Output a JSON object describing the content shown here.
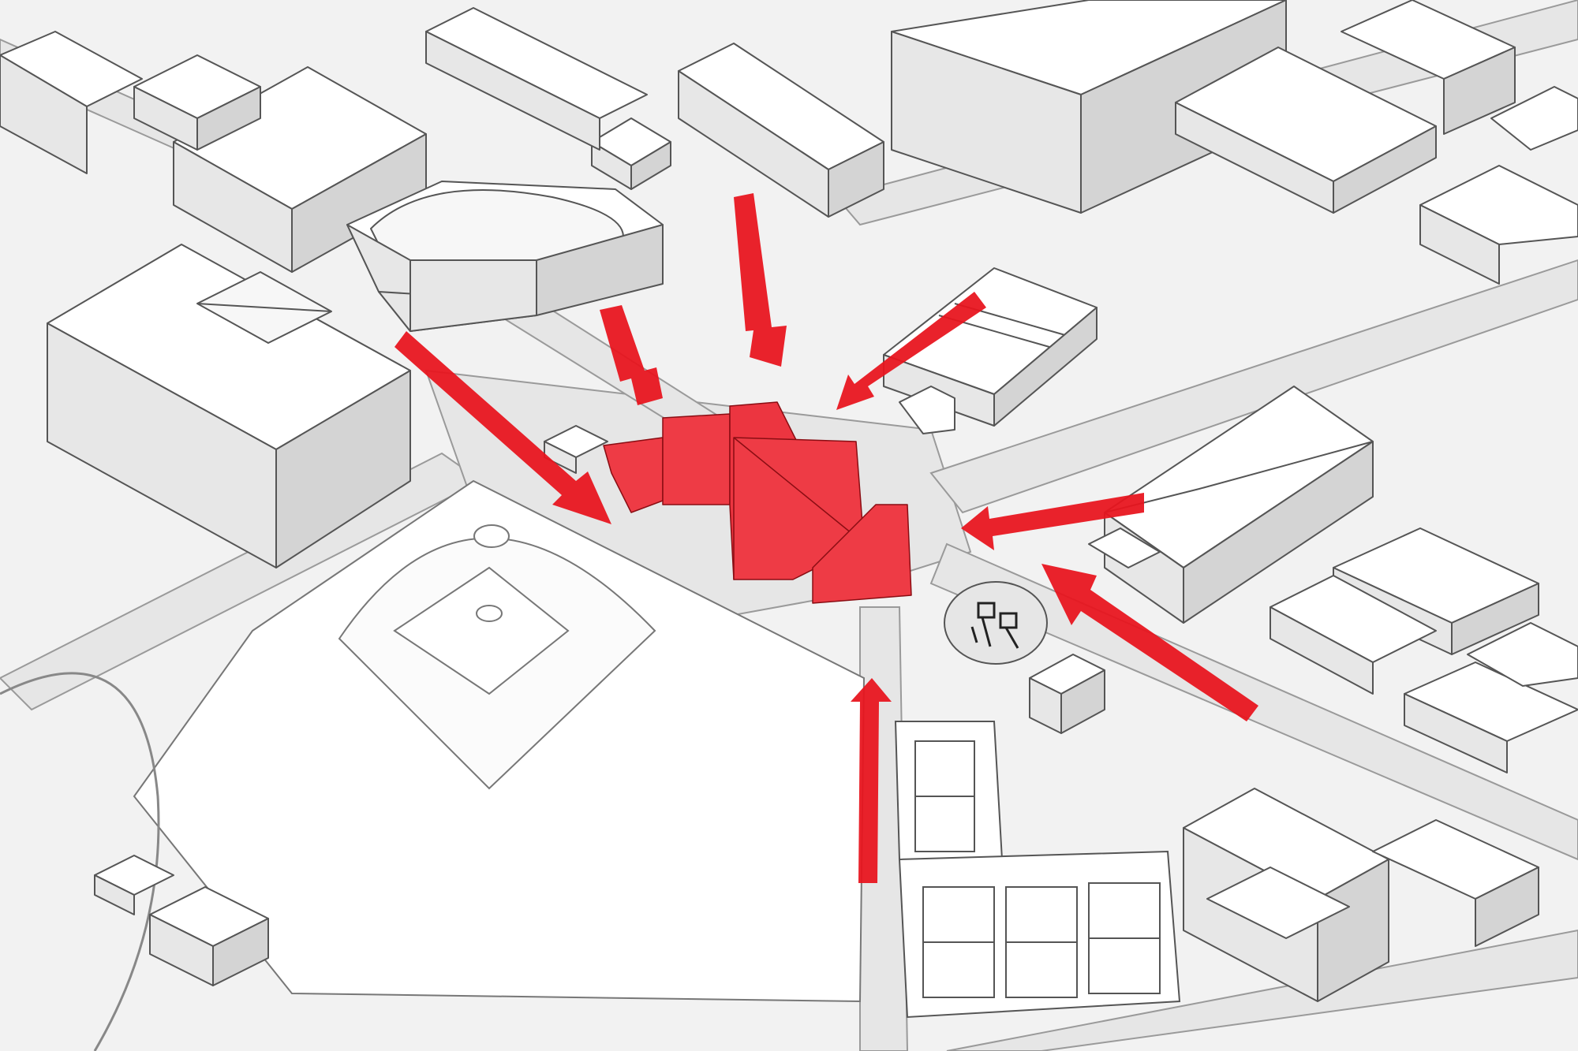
{
  "diagram": {
    "kind": "axonometric campus site diagram",
    "colors": {
      "background": "#f2f2f2",
      "paving": "#e6e6e6",
      "building_top": "#ffffff",
      "building_left": "#e7e7e7",
      "building_right": "#d4d4d4",
      "outline": "#555555",
      "accent": "#e8141e",
      "proposed_building": "#ee3b45"
    },
    "arrows": [
      {
        "id": "from-northwest",
        "direction": "southeast"
      },
      {
        "id": "from-north-arena",
        "direction": "south"
      },
      {
        "id": "from-north",
        "direction": "south"
      },
      {
        "id": "from-northeast",
        "direction": "southwest"
      },
      {
        "id": "from-east",
        "direction": "west"
      },
      {
        "id": "from-southeast",
        "direction": "northwest"
      },
      {
        "id": "from-south",
        "direction": "north"
      }
    ]
  }
}
